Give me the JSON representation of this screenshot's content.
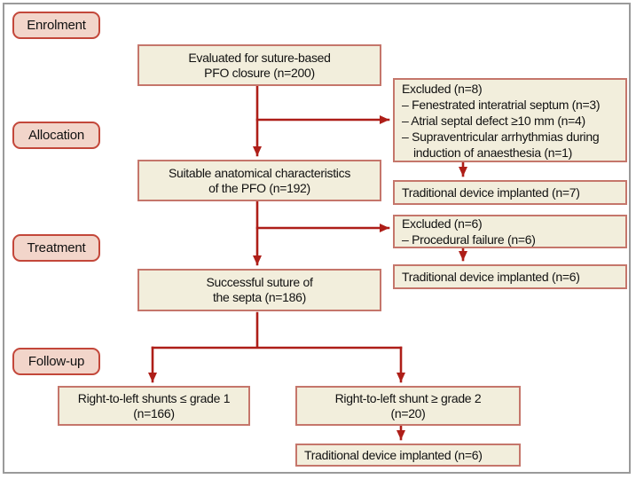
{
  "figure_type": "patient-flow-diagram",
  "stages": [
    {
      "label": "Enrolment"
    },
    {
      "label": "Allocation"
    },
    {
      "label": "Treatment"
    },
    {
      "label": "Follow-up"
    }
  ],
  "boxes": {
    "evaluated": {
      "lines": [
        "Evaluated for suture-based",
        "PFO closure (n=200)"
      ]
    },
    "excluded_allocation": {
      "lines": [
        "Excluded (n=8)",
        "– Fenestrated interatrial septum (n=3)",
        "– Atrial septal defect ≥10 mm (n=4)",
        "– Supraventricular arrhythmias during",
        "induction of anaesthesia (n=1)"
      ]
    },
    "traditional_allocation": {
      "label": "Traditional device implanted (n=7)"
    },
    "suitable": {
      "lines": [
        "Suitable anatomical characteristics",
        "of the PFO (n=192)"
      ]
    },
    "excluded_treatment": {
      "lines": [
        "Excluded (n=6)",
        "– Procedural failure (n=6)"
      ]
    },
    "traditional_treatment": {
      "label": "Traditional device implanted (n=6)"
    },
    "suture": {
      "lines": [
        "Successful suture of",
        "the septa (n=186)"
      ]
    },
    "shunt_low": {
      "lines": [
        "Right-to-left shunts ≤ grade 1",
        "(n=166)"
      ]
    },
    "shunt_high": {
      "lines": [
        "Right-to-left shunt ≥ grade 2",
        "(n=20)"
      ]
    },
    "traditional_followup": {
      "label": "Traditional device implanted (n=6)"
    }
  },
  "colors": {
    "box_fill": "#f2eedc",
    "box_border": "#c5766b",
    "stage_fill": "#f2d5ca",
    "stage_border": "#c3473a",
    "arrow": "#ae1e18",
    "frame_border": "#9a9a9a"
  }
}
